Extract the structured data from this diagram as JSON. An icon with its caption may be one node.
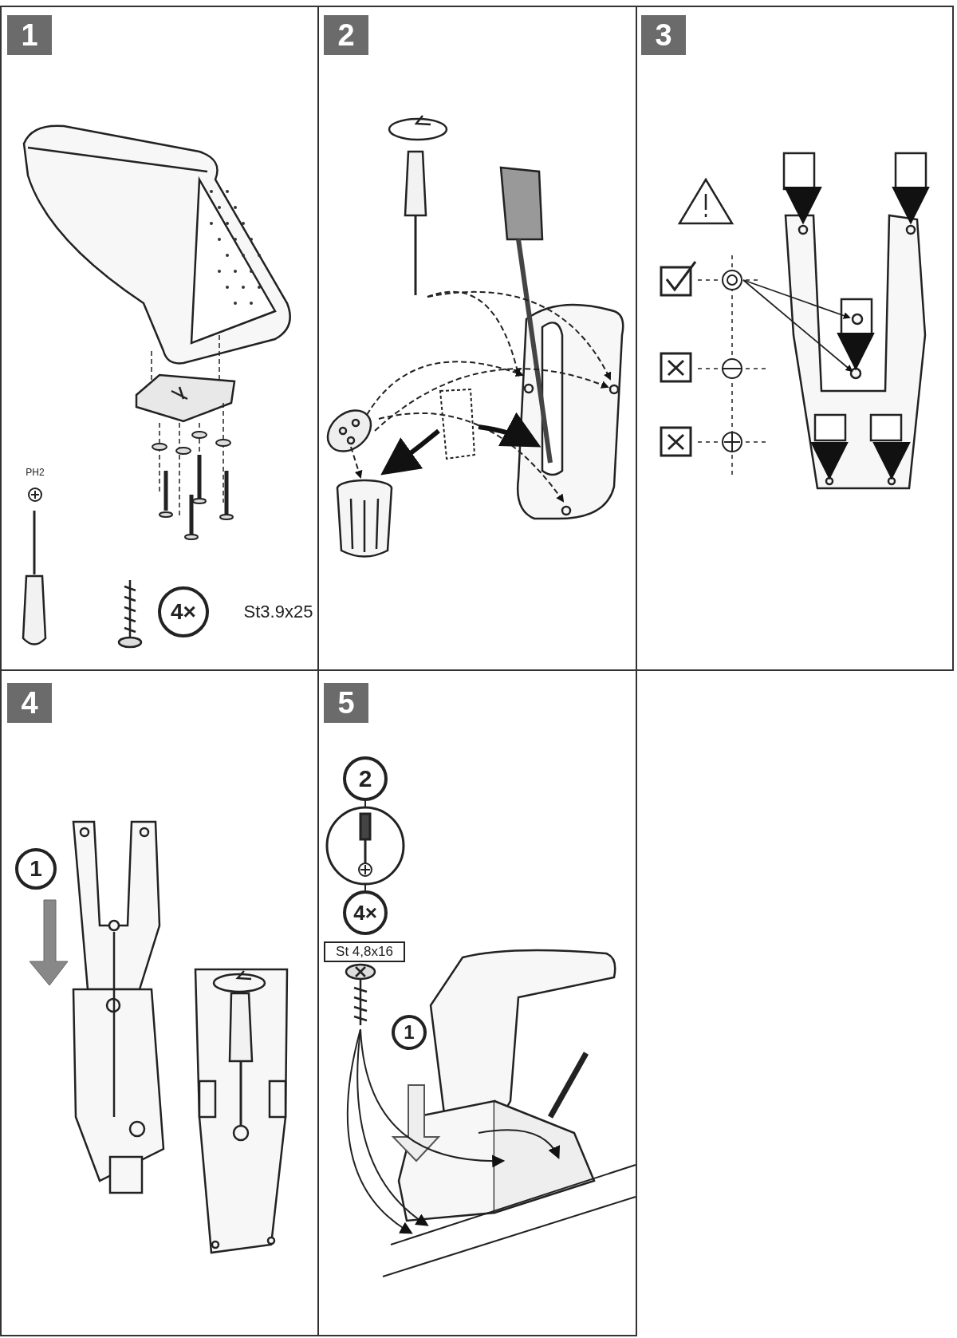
{
  "diagram": {
    "labels": [
      "1",
      "2",
      "3",
      "PH2",
      "4×",
      "St3.9x25",
      "4",
      "5",
      "1",
      "2",
      "4×",
      "St 4,8x16",
      "1"
    ]
  }
}
